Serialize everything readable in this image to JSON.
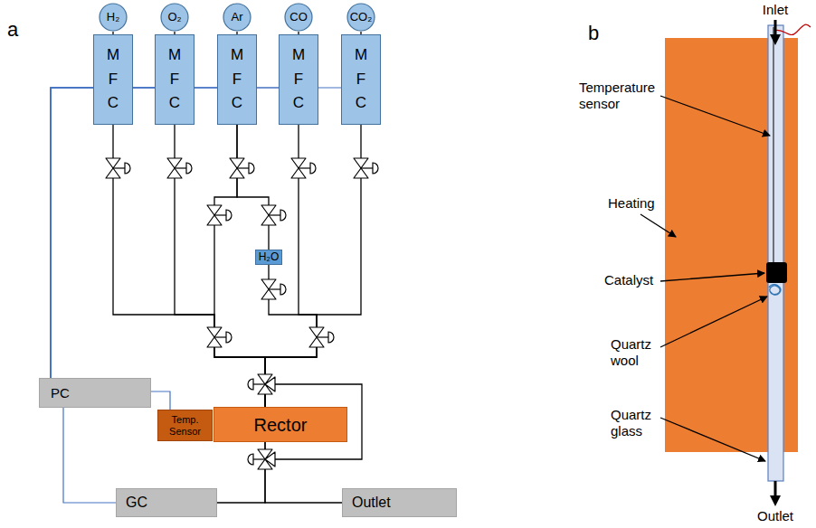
{
  "diagram": {
    "nodes": [
      {
        "text": [
          "H₂"
        ]
      },
      {
        "text": [
          "O₂"
        ]
      },
      {
        "text": [
          "Ar"
        ]
      },
      {
        "text": [
          "CO"
        ]
      },
      {
        "text": [
          "CO₂"
        ]
      },
      {
        "text": [
          "M F C"
        ]
      },
      {
        "text": [
          "M F C"
        ]
      },
      {
        "text": [
          "M F C"
        ]
      },
      {
        "text": [
          "M F C"
        ]
      },
      {
        "text": [
          "M F C"
        ]
      },
      {
        "text": [
          "H₂O"
        ]
      },
      {
        "text": [
          "PC"
        ]
      },
      {
        "text": [
          "Temp. Sensor"
        ]
      },
      {
        "text": [
          "Rector"
        ]
      },
      {
        "text": [
          "GC"
        ]
      },
      {
        "text": [
          "Outlet"
        ]
      }
    ],
    "edges": [
      {
        "from": 0,
        "to": 5,
        "arrow": "none"
      },
      {
        "from": 1,
        "to": 6,
        "arrow": "none"
      },
      {
        "from": 2,
        "to": 7,
        "arrow": "none"
      },
      {
        "from": 3,
        "to": 8,
        "arrow": "none"
      },
      {
        "from": 4,
        "to": 9,
        "arrow": "none"
      },
      {
        "from": 5,
        "to": 13,
        "arrow": "none"
      },
      {
        "from": 6,
        "to": 13,
        "arrow": "none"
      },
      {
        "from": 7,
        "to": 13,
        "arrow": "none"
      },
      {
        "from": 7,
        "to": 10,
        "arrow": "none"
      },
      {
        "from": 10,
        "to": 13,
        "arrow": "none"
      },
      {
        "from": 8,
        "to": 13,
        "arrow": "none"
      },
      {
        "from": 9,
        "to": 13,
        "arrow": "none"
      },
      {
        "from": 13,
        "to": 14,
        "arrow": "none"
      },
      {
        "from": 13,
        "to": 15,
        "arrow": "none"
      },
      {
        "from": 11,
        "to": 5,
        "arrow": "none"
      },
      {
        "from": 11,
        "to": 6,
        "arrow": "none"
      },
      {
        "from": 11,
        "to": 7,
        "arrow": "none"
      },
      {
        "from": 11,
        "to": 8,
        "arrow": "none"
      },
      {
        "from": 11,
        "to": 9,
        "arrow": "none"
      },
      {
        "from": 11,
        "to": 12,
        "arrow": "none"
      },
      {
        "from": 11,
        "to": 14,
        "arrow": "none"
      }
    ],
    "labels": [
      "a",
      "b",
      "Inlet",
      "Temperature sensor",
      "Heating",
      "Catalyst",
      "Quartz wool",
      "Quartz glass",
      "Outlet"
    ]
  }
}
